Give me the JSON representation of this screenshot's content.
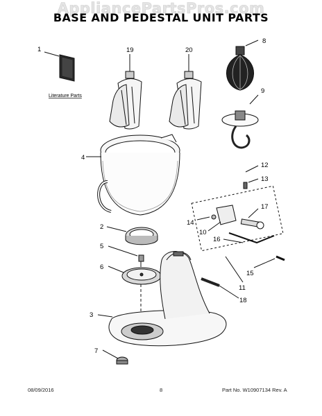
{
  "watermark": "AppliancePartsPros.com",
  "title": "BASE AND PEDESTAL UNIT PARTS",
  "literature_label": "Literature Parts",
  "callouts": {
    "c1": "1",
    "c2": "2",
    "c3": "3",
    "c4": "4",
    "c5": "5",
    "c6": "6",
    "c7": "7",
    "c8": "8",
    "c9": "9",
    "c10": "10",
    "c11": "11",
    "c12": "12",
    "c13": "13",
    "c14": "14",
    "c15": "15",
    "c16": "16",
    "c17": "17",
    "c18": "18",
    "c19": "19",
    "c20": "20"
  },
  "footer": {
    "date": "08/09/2016",
    "page": "8",
    "part_no": "Part No.  W10907134  Rev. A"
  }
}
